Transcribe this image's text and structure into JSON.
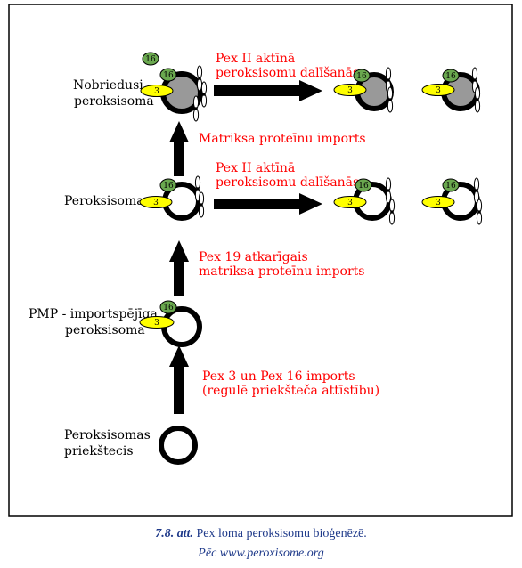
{
  "figure": {
    "labels": {
      "mature": [
        "Nobriedusi",
        "peroksisoma"
      ],
      "peroxisome": "Peroksisoma",
      "pmp": [
        "PMP - importspējīga",
        "peroksisoma"
      ],
      "precursor": [
        "Peroksisomas",
        "priekštecis"
      ]
    },
    "annotations": {
      "division_top": [
        "Pex II aktīnā",
        "peroksisomu dalīšanās"
      ],
      "division_mid": [
        "Pex II aktīnā",
        "peroksisomu dalīšanās"
      ],
      "matrix_import": "Matriksa proteīnu imports",
      "pex19": [
        "Pex 19 atkarīgais",
        "matriksa proteīnu imports"
      ],
      "pex3_pex16": [
        "Pex 3 un Pex 16 imports",
        "(regulē priekšteča attīstību)"
      ]
    },
    "tags": {
      "pex16": "16",
      "pex3": "3"
    },
    "colors": {
      "arrow": "#000000",
      "annotation": "#ff0000",
      "pex16": "#6aa84f",
      "pex3": "#ffff00",
      "matrix": "#999999",
      "caption": "#1f3a8a"
    }
  },
  "caption": {
    "number": "7.8. att.",
    "title": "Pex loma peroksisomu bioģenēzē.",
    "source": "Pēc www.peroxisome.org"
  }
}
